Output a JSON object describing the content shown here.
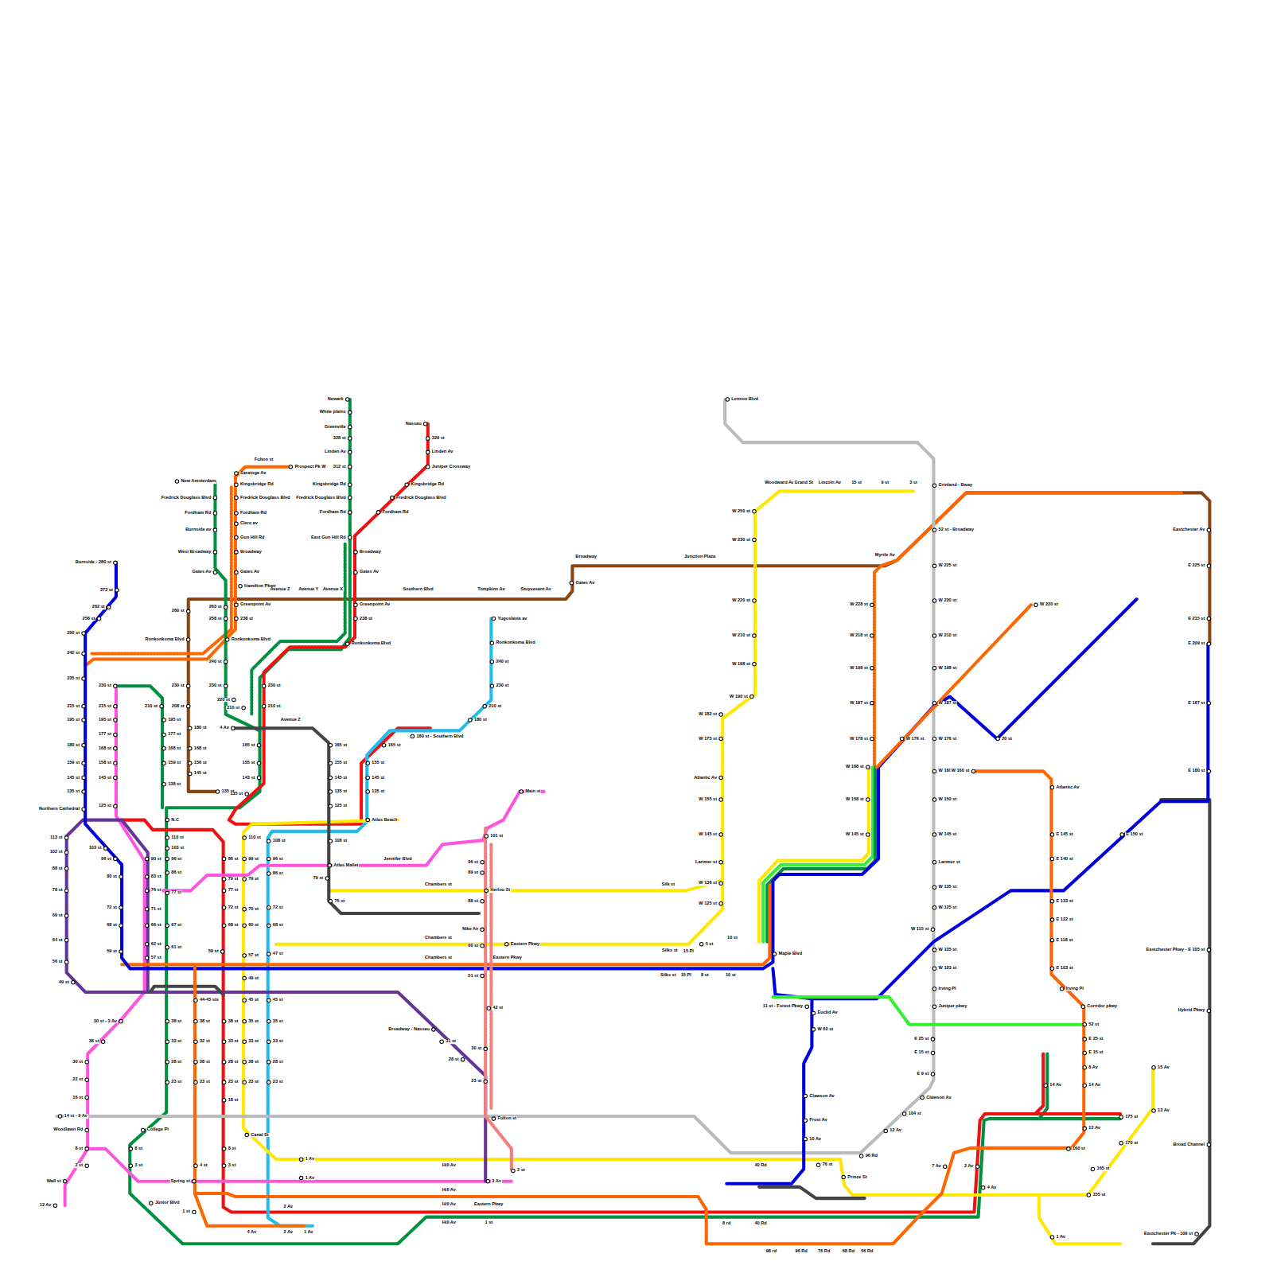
{
  "diagram": {
    "labels": [
      "Newark",
      "White plains",
      "Greenville",
      "328 st",
      "Linden Av",
      "312 st",
      "Kingsbridge Rd",
      "Fredrick Douglass Blvd",
      "Fordham Rd",
      "East Gun Hill Rd",
      "Nassau",
      "329 st",
      "Linden Av",
      "Juniper Crossway",
      "Kingsbridge Rd",
      "Fredrick Douglass Blvd",
      "Fordham Rd",
      "Broadway",
      "Gates Av",
      "Greenpoint Av",
      "238 st",
      "Ronkonkoma Blvd",
      "New Amsterdam",
      "Fredrick Douglass Blvd",
      "Fordham Rd",
      "Burnside av",
      "West Broadway",
      "Gates Av",
      "Fulton st",
      "Prospect Pk W",
      "Saratoga Av",
      "Kingsbridge Rd",
      "Fredrick Douglass Blvd",
      "Fordham Rd",
      "Clerc av",
      "Gun Hill Rd",
      "Broadway",
      "Gates Av",
      "Hamilton Pkwy",
      "Greenpoint Av",
      "238 st",
      "Ronkonkoma Blvd",
      "Avenue Z",
      "Avenue Y",
      "Avenue X",
      "Southern Blvd",
      "Tompkins Av",
      "Stuyvesant Av",
      "Gates Av",
      "Broadway",
      "Junction Plaza",
      "Myrtle Av",
      "Grinland - Bway",
      "Eastchester Av",
      "E 225 st",
      "E 215 st",
      "E 209 st",
      "Burnside - 280 st",
      "272 st",
      "262 st",
      "258 st",
      "250 st",
      "242 st",
      "235 st",
      "215 st",
      "195 st",
      "180 st",
      "159 st",
      "145 st",
      "135 st",
      "Northern Cathedral",
      "230 st",
      "215 st",
      "195 st",
      "177 st",
      "168 st",
      "158 st",
      "145 st",
      "125 st",
      "210 st",
      "195 st",
      "177 st",
      "168 st",
      "159 st",
      "138 st",
      "260 st",
      "Ronkonkoma Blvd",
      "230 st",
      "208 st",
      "180 st",
      "168 st",
      "156 st",
      "145 st",
      "135 st",
      "263 st",
      "258 st",
      "240 st",
      "230 st",
      "220 st",
      "210 st",
      "230 st",
      "210 st",
      "165 st",
      "155 st",
      "143 st",
      "135 st",
      "4 Av",
      "Avenue Z",
      "165 st",
      "155 st",
      "145 st",
      "135 st",
      "125 st",
      "108 st",
      "Atlas Mallet",
      "79 st",
      "75 st",
      "165 st",
      "155 st",
      "145 st",
      "135 st",
      "Atlas Beach",
      "180 st - Southern Blvd",
      "Yugoslavia av",
      "Ronkonkoma Blvd",
      "240 st",
      "230 st",
      "210 st",
      "180 st",
      "108 st",
      "96 st",
      "86 st",
      "72 st",
      "68 st",
      "47 st",
      "45 st",
      "35 st",
      "33 st",
      "28 st",
      "23 st",
      "110 st",
      "99 st",
      "79 st",
      "70 st",
      "60 st",
      "57 st",
      "49 st",
      "45 st",
      "35 st",
      "33 st",
      "28 st",
      "23 st",
      "Canal St",
      "86 st",
      "79 st",
      "77 st",
      "72 st",
      "68 st",
      "59 st",
      "38 st",
      "33 st",
      "28 st",
      "23 st",
      "18 st",
      "8 st",
      "3 st",
      "44-45 sts",
      "38 st",
      "32 st",
      "28 st",
      "23 st",
      "4 st",
      "Spring st",
      "1 st",
      "N.C",
      "110 st",
      "103 st",
      "96 st",
      "86 st",
      "77 st",
      "67 st",
      "61 st",
      "38 st",
      "33 st",
      "28 st",
      "23 st",
      "College Pl",
      "8 st",
      "3 st",
      "Junior Blvd",
      "90 st",
      "83 st",
      "76 st",
      "71 st",
      "66 st",
      "62 st",
      "57 st",
      "113 st",
      "102 st",
      "88 st",
      "78 st",
      "69 st",
      "64 st",
      "56 st",
      "49 st",
      "103 st",
      "96 st",
      "80 st",
      "72 st",
      "68 st",
      "59 st",
      "Chambers st",
      "Eastern Pkwy",
      "Silks st",
      "15 Pl",
      "8 st",
      "10 st",
      "51 st",
      "Chambers st",
      "Eastern Pkwy",
      "Silks st",
      "15 Pl",
      "5 st",
      "10 st",
      "Chambers st",
      "Silk st",
      "Jennifer Blvd",
      "Main st",
      "101 st",
      "96 st",
      "89 st",
      "Herlou St",
      "88 st",
      "Nike Av",
      "60 st",
      "42 st",
      "30 st",
      "23 st",
      "Fulton st",
      "Broadway - Nassau",
      "31 st",
      "28 st",
      "Hill Av",
      "Hill Av",
      "Hill Av",
      "Eastern Pkwy",
      "Hill Av",
      "1 st",
      "3 Av",
      "2 st",
      "1 Av",
      "1 Av",
      "2 Av",
      "4 Av",
      "2 Av",
      "1 Av",
      "30 st - 3 Av",
      "38 st",
      "30 st",
      "22 st",
      "16 st",
      "14 st - 9 Av",
      "Woodlawn Rd",
      "8 st",
      "2 st",
      "Wall st",
      "12 Av",
      "W 250 st",
      "W 230 st",
      "W 220 st",
      "W 210 st",
      "W 198 st",
      "W 190 st",
      "W 182 st",
      "W 175 st",
      "Atlantic Av",
      "W 155 st",
      "W 145 st",
      "Larimer st",
      "W 136 st",
      "W 125 st",
      "Woodward Av",
      "Grand St",
      "Lincoln Av",
      "15 st",
      "9 st",
      "3 st",
      "52 st - Broadway",
      "W 225 st",
      "W 220 st",
      "W 210 st",
      "W 198 st",
      "W 187 st",
      "W 176 st",
      "W 160 st",
      "W 150 st",
      "W 145 st",
      "Larimer st",
      "W 135 st",
      "W 125 st",
      "W 115 st",
      "W 105 st",
      "W 103 st",
      "Irving Pl",
      "Juniper pkwy",
      "E 25 st",
      "E 15 st",
      "E 9 st",
      "Clawson Av",
      "104 st",
      "12 Av",
      "96 Rd",
      "Lennox Blvd",
      "W 228 st",
      "W 218 st",
      "W 198 st",
      "W 187 st",
      "W 178 st",
      "W 168 st",
      "W 158 st",
      "W 145 st",
      "W 220 st",
      "W 160 st",
      "Atlantic Av",
      "E 145 st",
      "E 140 st",
      "E 133 st",
      "E 122 st",
      "E 118 st",
      "E 103 st",
      "Irving Pl",
      "Corridor pkwy",
      "E 25 st",
      "E 15 st",
      "8 Av",
      "14 Av",
      "12 Av",
      "W 176 st",
      "20 st",
      "E 150 st",
      "E 187 st",
      "E 180 st",
      "Eastchester Pkwy - E 105 st",
      "Hybrid Pkwy",
      "Broad Channel",
      "Eastchester Pk - 109 st",
      "52 st",
      "Maple Blvd",
      "11 st - Forest Pkwy",
      "Euclid Av",
      "W 60 st",
      "Clawson Av",
      "Frost Av",
      "10 Av",
      "76 st",
      "Prince St",
      "40 Rd",
      "7 Av",
      "2 Av",
      "4 Av",
      "155 st",
      "1 Av",
      "15 Av",
      "13 Av",
      "175 st",
      "170 st",
      "165 st",
      "160 st",
      "14 Av",
      "98 rd",
      "96 Rd",
      "76 Rd",
      "68 Rd",
      "56 Rd",
      "8 rd",
      "40 Rd"
    ]
  }
}
